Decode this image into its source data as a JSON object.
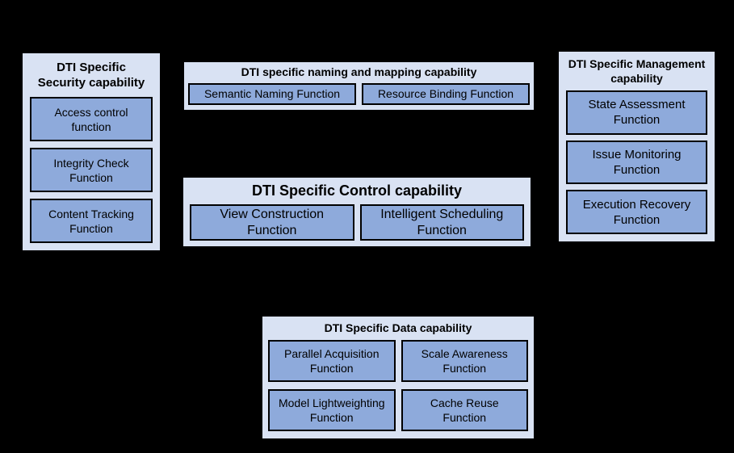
{
  "page": {
    "background": "#000000"
  },
  "colors": {
    "group_fill": "#d9e2f3",
    "function_fill": "#8eaadb",
    "border": "#000000",
    "text": "#000000"
  },
  "groups": {
    "security": {
      "title": "DTI Specific\nSecurity capability",
      "functions": [
        "Access control\nfunction",
        "Integrity Check\nFunction",
        "Content Tracking\nFunction"
      ]
    },
    "naming": {
      "title": "DTI specific naming and mapping capability",
      "functions": [
        "Semantic Naming Function",
        "Resource Binding Function"
      ]
    },
    "management": {
      "title": "DTI Specific Management\ncapability",
      "functions": [
        "State Assessment\nFunction",
        "Issue Monitoring\nFunction",
        "Execution Recovery\nFunction"
      ]
    },
    "control": {
      "title": "DTI Specific Control capability",
      "functions": [
        "View Construction\nFunction",
        "Intelligent Scheduling\nFunction"
      ]
    },
    "data": {
      "title": "DTI Specific Data capability",
      "functions": [
        "Parallel Acquisition\nFunction",
        "Scale Awareness\nFunction",
        "Model Lightweighting\nFunction",
        "Cache Reuse\nFunction"
      ]
    }
  }
}
